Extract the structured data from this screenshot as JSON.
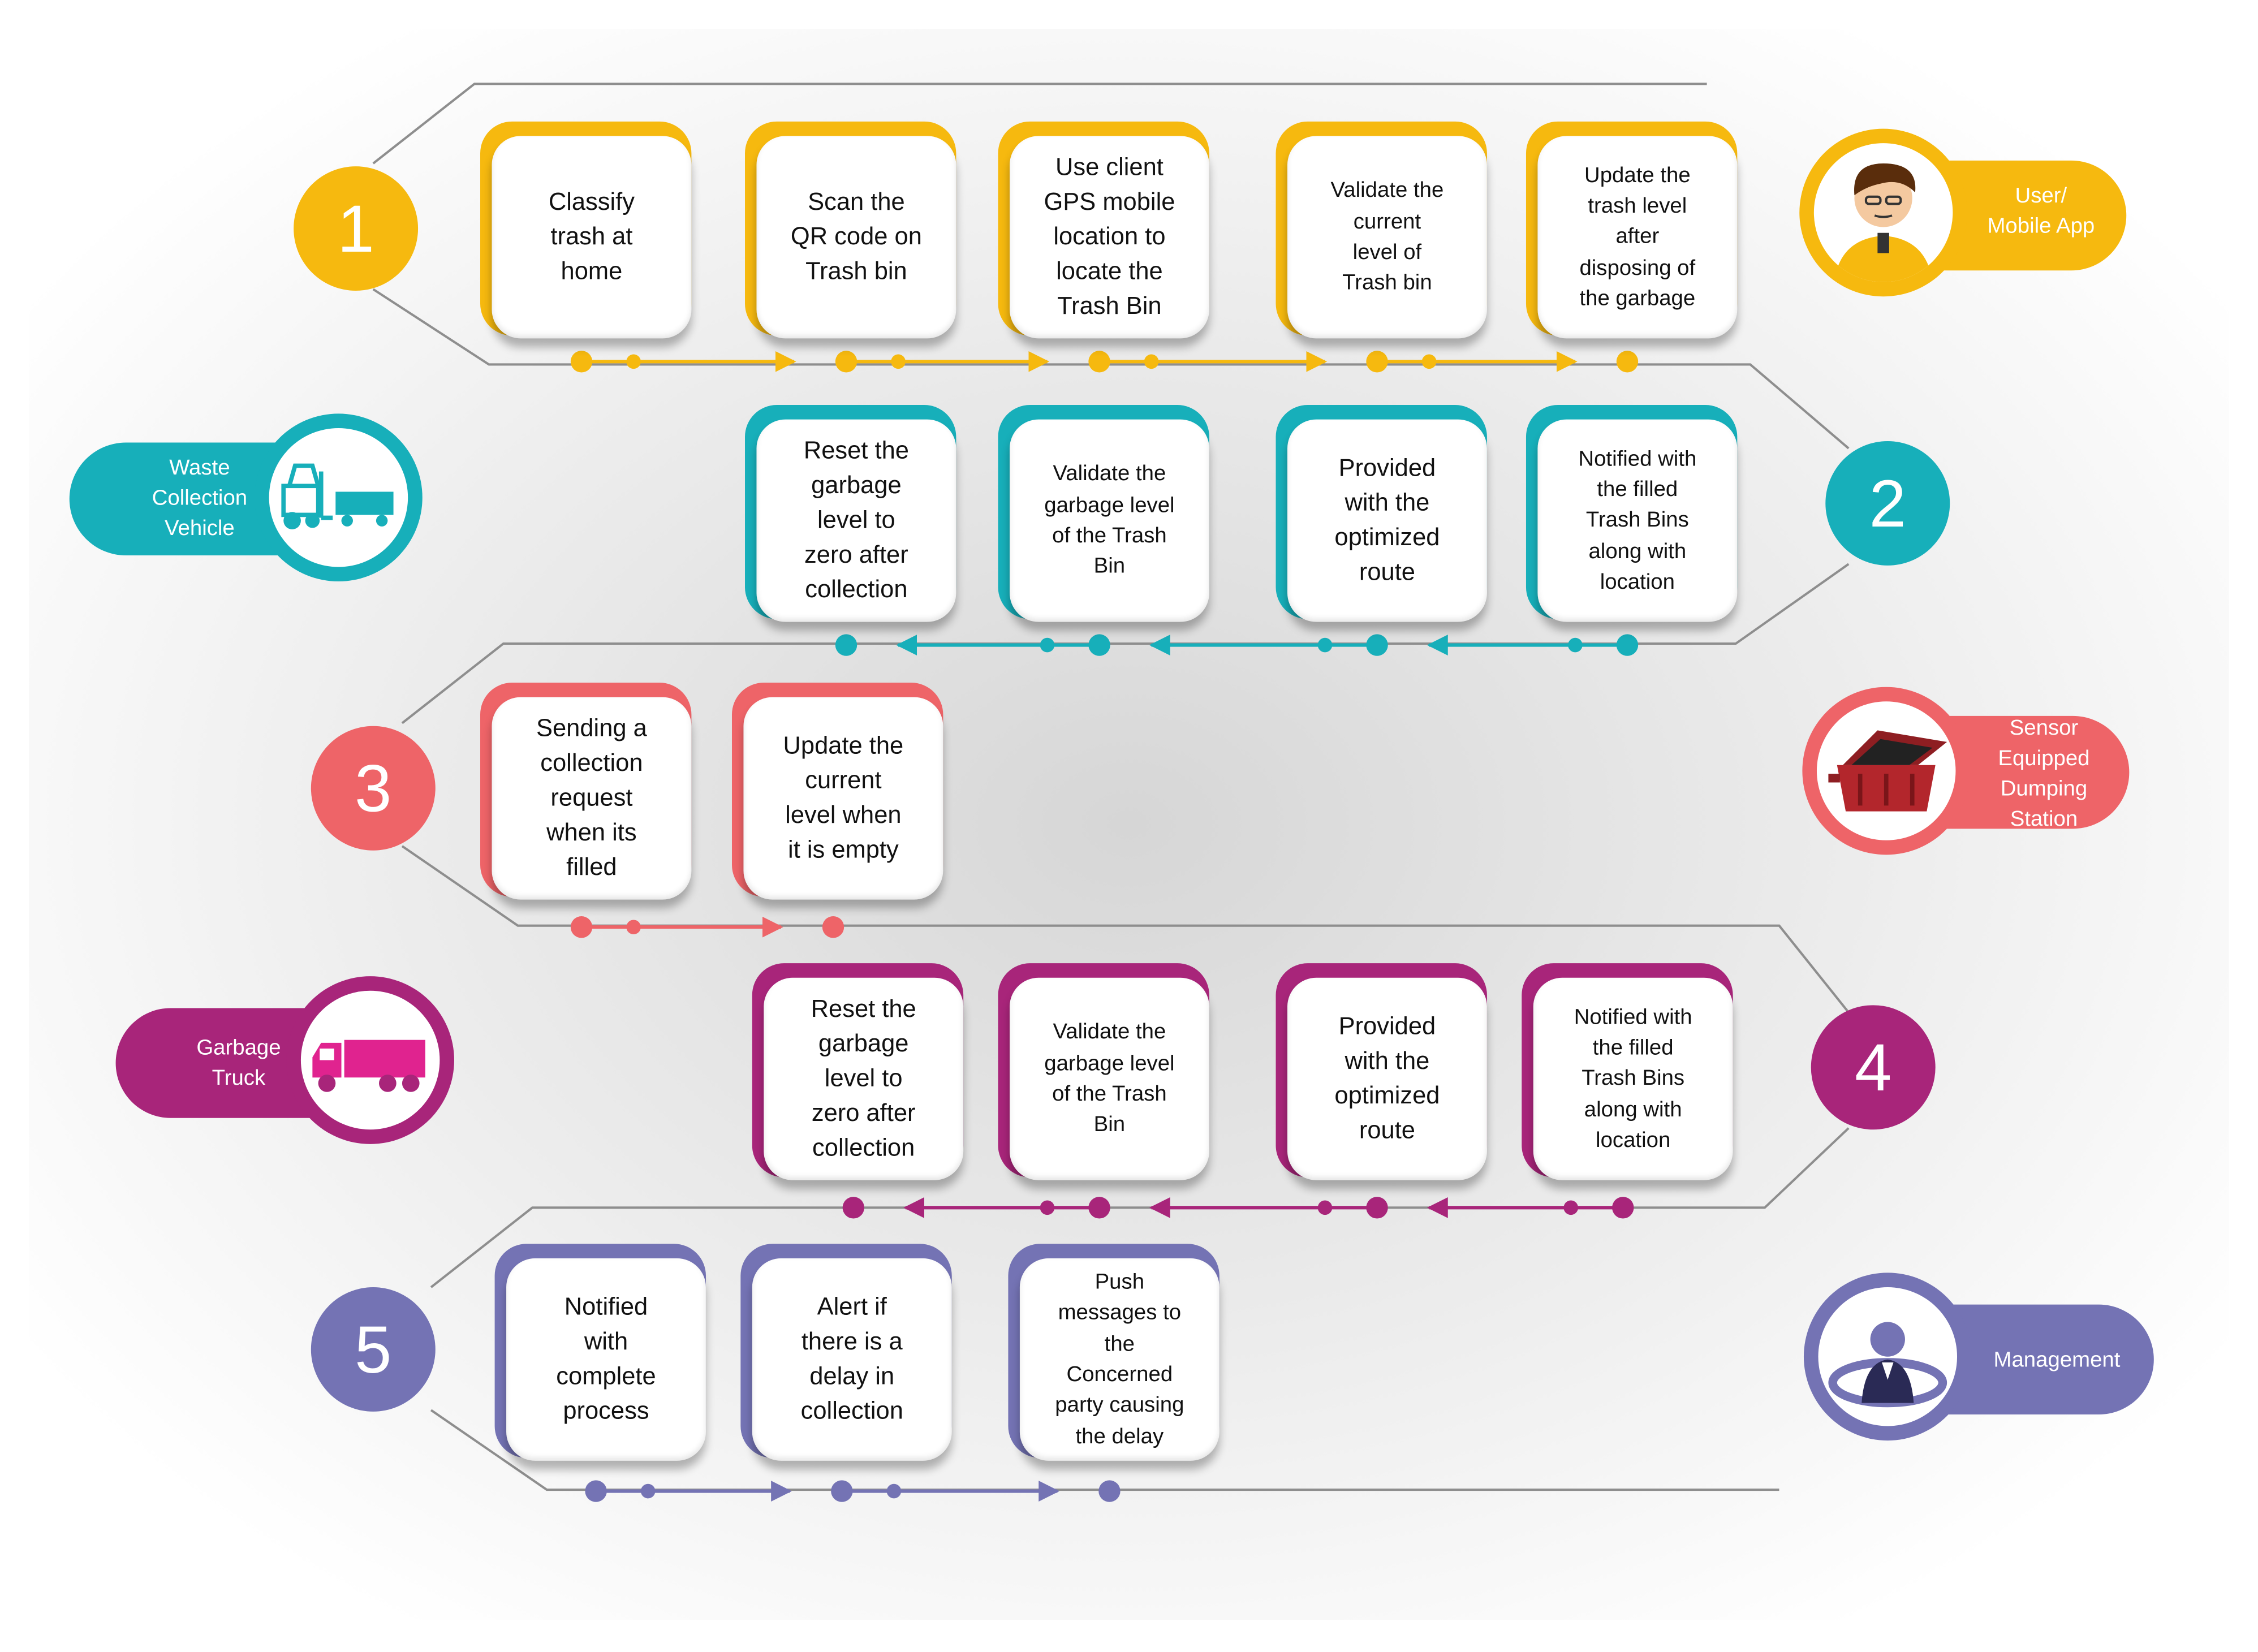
{
  "colors": {
    "yellow": "#F6B90F",
    "teal": "#17AFBA",
    "coral": "#EE6468",
    "magenta": "#A8257A",
    "purple": "#7473B4",
    "pink": "#E0238F",
    "track": "#8E8E8E"
  },
  "stages": [
    {
      "number": "1",
      "actor": "User/\nMobile App",
      "actor_icon": "user-avatar-icon",
      "direction": "left-to-right",
      "steps": [
        "Classify\ntrash at\nhome",
        "Scan the\nQR code on\nTrash bin",
        "Use client\nGPS mobile\nlocation to\nlocate the\nTrash Bin",
        "Validate the\ncurrent\nlevel of\nTrash bin",
        "Update the\ntrash level\nafter\ndisposing of\nthe garbage"
      ]
    },
    {
      "number": "2",
      "actor": "Waste\nCollection\nVehicle",
      "actor_icon": "forklift-truck-icon",
      "direction": "right-to-left",
      "steps": [
        "Reset the\ngarbage\nlevel to\nzero after\ncollection",
        "Validate the\ngarbage level\nof  the Trash\nBin",
        "Provided\nwith the\noptimized\nroute",
        "Notified with\nthe filled\nTrash Bins\nalong with\nlocation"
      ]
    },
    {
      "number": "3",
      "actor": "Sensor\nEquipped\nDumping\nStation",
      "actor_icon": "dumpster-icon",
      "direction": "left-to-right",
      "steps": [
        "Sending a\ncollection\nrequest\nwhen its\nfilled",
        "Update the\ncurrent\nlevel when\nit is empty"
      ]
    },
    {
      "number": "4",
      "actor": "Garbage\nTruck",
      "actor_icon": "garbage-truck-icon",
      "direction": "right-to-left",
      "steps": [
        "Reset the\ngarbage\nlevel to\nzero after\ncollection",
        "Validate the\ngarbage level\nof the Trash\nBin",
        "Provided\nwith the\noptimized\nroute",
        "Notified with\nthe filled\nTrash Bins\nalong with\nlocation"
      ]
    },
    {
      "number": "5",
      "actor": "Management",
      "actor_icon": "manager-icon",
      "direction": "left-to-right",
      "steps": [
        "Notified\nwith\ncomplete\nprocess",
        "Alert if\nthere is a\ndelay in\ncollection",
        "Push\nmessages to\nthe\nConcerned\nparty causing\nthe delay"
      ]
    }
  ]
}
